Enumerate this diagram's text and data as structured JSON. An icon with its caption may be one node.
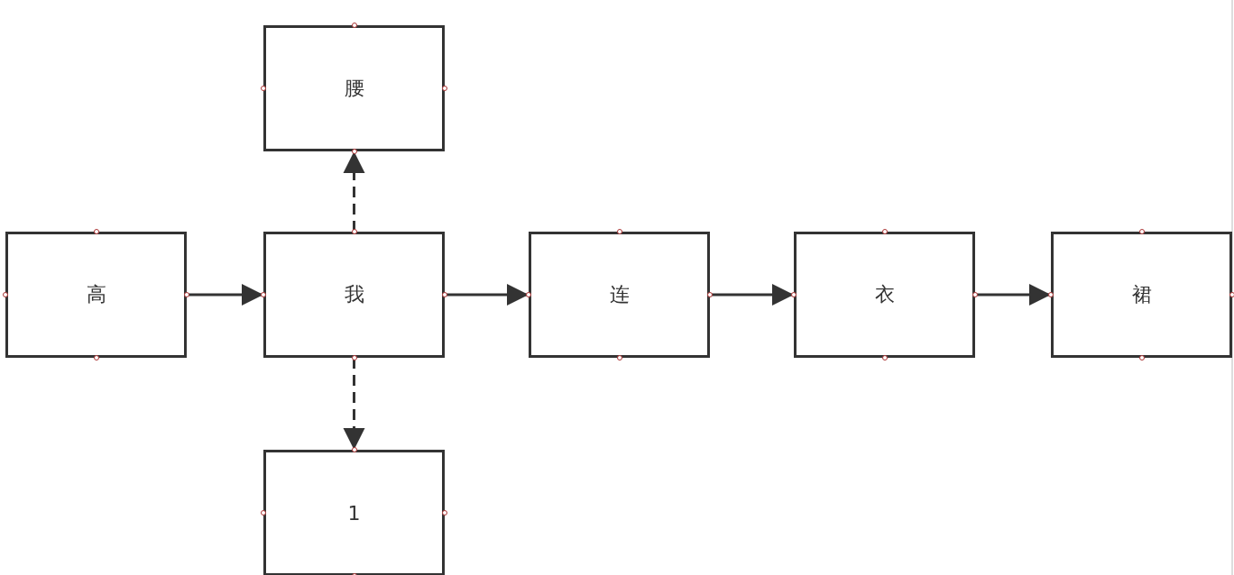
{
  "diagram": {
    "nodes": [
      {
        "text": [
          "腰"
        ]
      },
      {
        "text": [
          "高"
        ]
      },
      {
        "text": [
          "我"
        ]
      },
      {
        "text": [
          "连"
        ]
      },
      {
        "text": [
          "衣"
        ]
      },
      {
        "text": [
          "裙"
        ]
      },
      {
        "text": [
          "1"
        ]
      }
    ],
    "edges": [
      {
        "from": 1,
        "to": 2,
        "arrow": "to"
      },
      {
        "from": 2,
        "to": 0,
        "arrow": "to",
        "style": "dashed"
      },
      {
        "from": 2,
        "to": 3,
        "arrow": "to"
      },
      {
        "from": 3,
        "to": 4,
        "arrow": "to"
      },
      {
        "from": 4,
        "to": 5,
        "arrow": "to"
      },
      {
        "from": 2,
        "to": 6,
        "arrow": "to",
        "style": "dashed"
      }
    ]
  }
}
